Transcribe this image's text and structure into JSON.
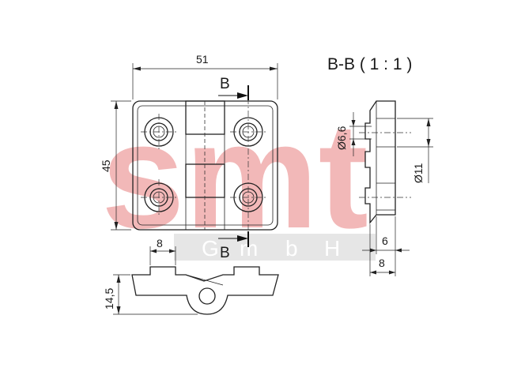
{
  "watermark": {
    "logo": "smt",
    "subtitle_letters": [
      "G",
      "m",
      "b",
      "H"
    ],
    "color": "#f2b8b8",
    "band_color": "#e6e6e6",
    "subtitle_color": "#ffffff"
  },
  "section": {
    "title": "B-B ( 1 : 1 )",
    "cut_letter_top": "B",
    "cut_letter_bottom": "B"
  },
  "dimensions": {
    "width": "51",
    "height": "45",
    "knuckle": "8",
    "thickness": "14,5",
    "hole_diameter": "Ø6,6",
    "counterbore_diameter": "Ø11",
    "section_depth_inner": "6",
    "section_depth_outer": "8"
  },
  "colors": {
    "line": "#222222",
    "text": "#1a1a1a"
  }
}
